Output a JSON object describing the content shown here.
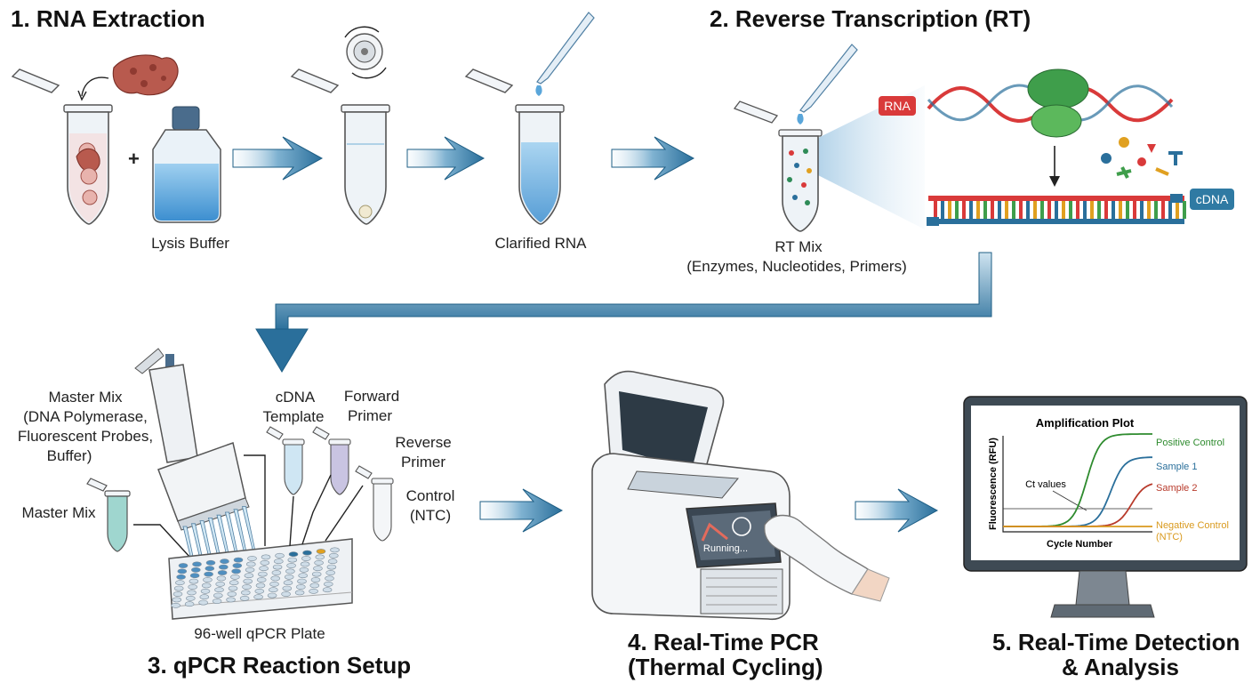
{
  "steps": {
    "s1_title": "1. RNA Extraction",
    "s2_title": "2. Reverse Transcription (RT)",
    "s3_title": "3. qPCR Reaction Setup",
    "s4_title_line1": "4. Real-Time PCR",
    "s4_title_line2": "(Thermal Cycling)",
    "s5_title_line1": "5. Real-Time Detection",
    "s5_title_line2": "& Analysis"
  },
  "labels": {
    "lysis_buffer": "Lysis Buffer",
    "clarified_rna": "Clarified RNA",
    "rt_mix_line1": "RT Mix",
    "rt_mix_line2": "(Enzymes, Nucleotides, Primers)",
    "rna_tag": "RNA",
    "cdna_tag": "cDNA",
    "plus": "+",
    "master_mix_full_1": "Master Mix",
    "master_mix_full_2": "(DNA Polymerase,",
    "master_mix_full_3": "Fluorescent Probes,",
    "master_mix_full_4": "Buffer)",
    "master_mix": "Master Mix",
    "cdna_template_1": "cDNA",
    "cdna_template_2": "Template",
    "forward_primer_1": "Forward",
    "forward_primer_2": "Primer",
    "reverse_primer_1": "Reverse",
    "reverse_primer_2": "Primer",
    "control_1": "Control",
    "control_2": "(NTC)",
    "plate": "96-well qPCR Plate",
    "screen_status": "Running..."
  },
  "plot": {
    "title": "Amplification Plot",
    "ylabel": "Fluorescence (RFU)",
    "xlabel": "Cycle Number",
    "annotation": "Ct values",
    "legend": [
      {
        "name": "Positive Control",
        "color": "#2e8b2e"
      },
      {
        "name": "Sample 1",
        "color": "#2a6f9b"
      },
      {
        "name": "Sample 2",
        "color": "#b83a2b"
      },
      {
        "name": "Negative Control",
        "color": "#d99a1e"
      },
      {
        "name": "(NTC)",
        "color": "#d99a1e"
      }
    ]
  },
  "colors": {
    "arrow": "#2f7aa3",
    "arrow_light": "#cfe4f0",
    "rna_tag": "#d93a3a",
    "cdna_tag": "#2f7aa3"
  }
}
